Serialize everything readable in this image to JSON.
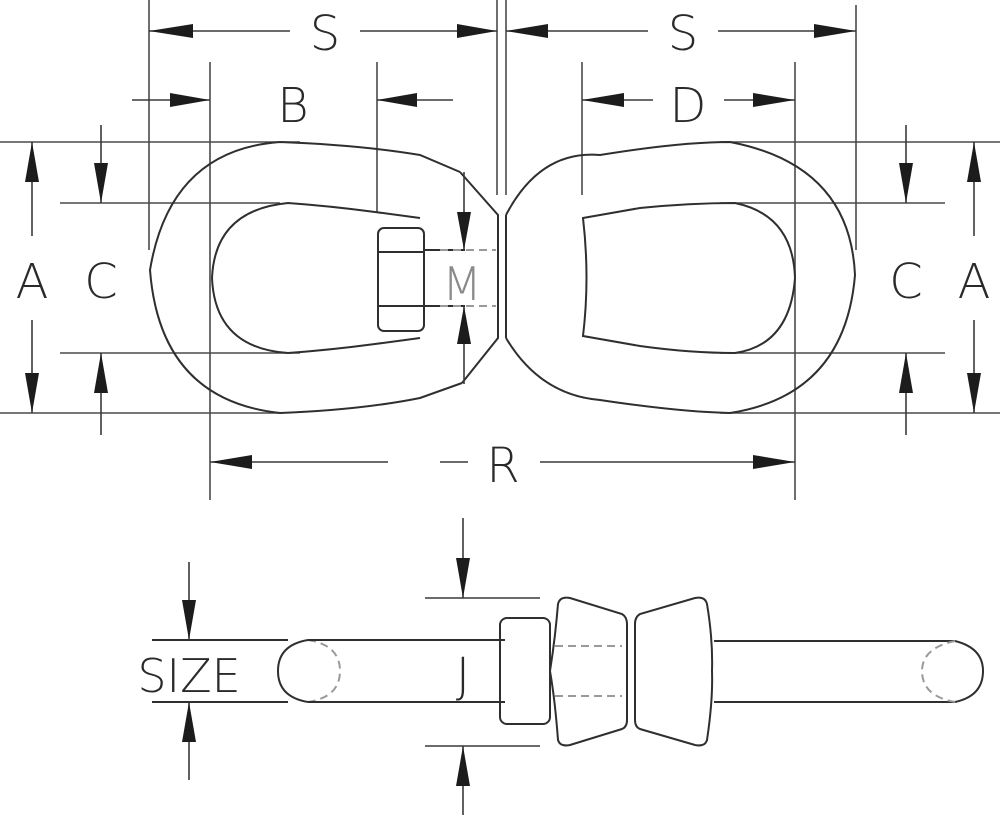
{
  "drawing": {
    "title": "Swivel dimension drawing",
    "line_color": "#2f2f2f",
    "background": "#ffffff",
    "top_view": {
      "labels": {
        "s_left": "S",
        "s_right": "S",
        "b": "B",
        "d": "D",
        "a_left": "A",
        "c_left": "C",
        "c_right": "C",
        "a_right": "A",
        "m": "M",
        "r": "R"
      }
    },
    "side_view": {
      "labels": {
        "size": "SIZE",
        "j": "J"
      }
    }
  }
}
